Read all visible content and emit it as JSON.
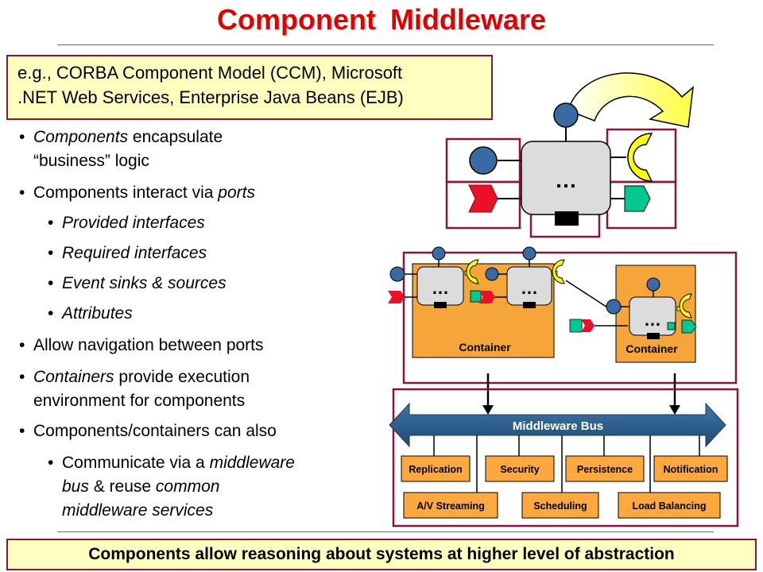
{
  "title": "Component Middleware",
  "examples": {
    "line1": "e.g., CORBA Component Model (CCM), Microsoft",
    "line2": ".NET Web Services, Enterprise Java Beans (EJB)"
  },
  "bullets": {
    "b1": {
      "em": "Components",
      "rest1": " encapsulate",
      "line2": "“business” logic"
    },
    "b2": {
      "text": "Components interact via ",
      "em": "ports"
    },
    "sub1": "Provided interfaces",
    "sub2": "Required interfaces",
    "sub3": "Event sinks & sources",
    "sub4": "Attributes",
    "b3": "Allow navigation between ports",
    "b4": {
      "em": "Containers",
      "rest1": " provide execution",
      "line2": "environment for components"
    },
    "b5": "Components/containers can also",
    "sub5": {
      "line1a": "Communicate via a ",
      "line1em": "middleware",
      "line2a": "bus",
      "line2b": " & reuse ",
      "line2em": "common",
      "line3em": "middleware services"
    }
  },
  "diagram": {
    "ellipsis": "…",
    "container_label": "Container",
    "bus_label": "Middleware Bus",
    "services_row1": [
      "Replication",
      "Security",
      "Persistence",
      "Notification"
    ],
    "services_row2": [
      "A/V Streaming",
      "Scheduling",
      "Load Balancing"
    ]
  },
  "footer": "Components allow reasoning about systems at higher level of abstraction",
  "colors": {
    "title": "#e00000",
    "highlight_box": "#ffffc0",
    "border": "#8a1538",
    "container": "#f5a53a",
    "facet_blue": "#3a6aa3",
    "receptacle_yellow": "#ffff00",
    "event_sink_red": "#e8102a",
    "event_source_green": "#00c890",
    "bus_blue": "#2e5f8e",
    "service_box": "#ffa840"
  }
}
